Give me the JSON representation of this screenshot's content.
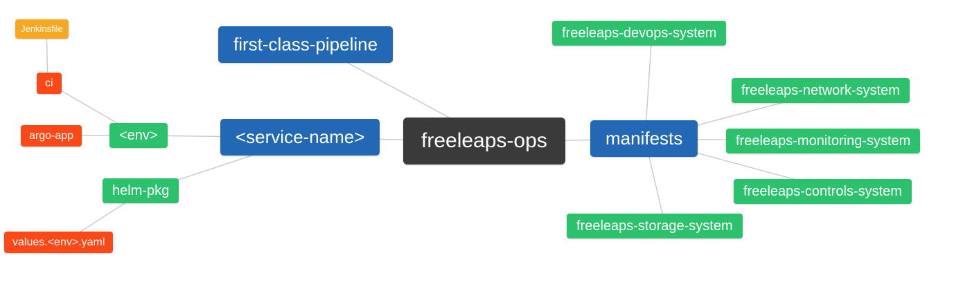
{
  "diagram": {
    "title": "freeleaps-ops mindmap",
    "nodes": {
      "freeleaps_ops": {
        "label": "freeleaps-ops",
        "level": "root"
      },
      "first_class_pipeline": {
        "label": "first-class-pipeline",
        "level": 1
      },
      "service_name": {
        "label": "<service-name>",
        "level": 1
      },
      "manifests": {
        "label": "manifests",
        "level": 1
      },
      "env": {
        "label": "<env>",
        "level": 2
      },
      "helm_pkg": {
        "label": "helm-pkg",
        "level": 2
      },
      "ci": {
        "label": "ci",
        "level": 3
      },
      "argo_app": {
        "label": "argo-app",
        "level": 3
      },
      "values_env_yaml": {
        "label": "values.<env>.yaml",
        "level": 3
      },
      "jenkinsfile": {
        "label": "Jenkinsfile",
        "level": 4
      },
      "devops_system": {
        "label": "freeleaps-devops-system",
        "level": 2
      },
      "network_system": {
        "label": "freeleaps-network-system",
        "level": 2
      },
      "monitoring_system": {
        "label": "freeleaps-monitoring-system",
        "level": 2
      },
      "controls_system": {
        "label": "freeleaps-controls-system",
        "level": 2
      },
      "storage_system": {
        "label": "freeleaps-storage-system",
        "level": 2
      }
    },
    "edges": [
      [
        "jenkinsfile",
        "ci"
      ],
      [
        "ci",
        "env"
      ],
      [
        "argo_app",
        "env"
      ],
      [
        "env",
        "service_name"
      ],
      [
        "helm_pkg",
        "service_name"
      ],
      [
        "values_env_yaml",
        "helm_pkg"
      ],
      [
        "first_class_pipeline",
        "freeleaps_ops"
      ],
      [
        "service_name",
        "freeleaps_ops"
      ],
      [
        "freeleaps_ops",
        "manifests"
      ],
      [
        "manifests",
        "devops_system"
      ],
      [
        "manifests",
        "network_system"
      ],
      [
        "manifests",
        "monitoring_system"
      ],
      [
        "manifests",
        "controls_system"
      ],
      [
        "manifests",
        "storage_system"
      ]
    ],
    "colors": {
      "root": "#3a3a3a",
      "level1": "#2268b5",
      "level2": "#2bc16d",
      "level3": "#fb4817",
      "level4": "#f6a823",
      "edge": "#cccccc"
    }
  }
}
